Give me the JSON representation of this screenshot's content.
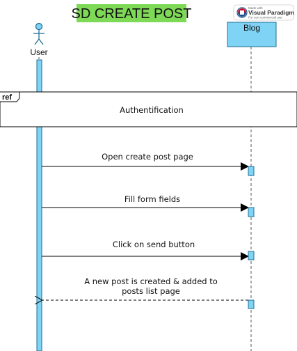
{
  "diagram": {
    "title": "SD CREATE POST",
    "colors": {
      "title_bg": "#7ed957",
      "lifeline_fill": "#7fd3f5",
      "lifeline_stroke": "#1f6f95",
      "line": "#000000"
    },
    "watermark": {
      "made_with": "Made with",
      "brand": "Visual Paradigm",
      "note": "For non-commercial use"
    },
    "actor": {
      "name": "User"
    },
    "participant": {
      "name": "Blog"
    },
    "fragment": {
      "tag": "ref",
      "label": "Authentification"
    },
    "messages": [
      {
        "label": "Open create post page",
        "type": "sync"
      },
      {
        "label": "Fill form fields",
        "type": "sync"
      },
      {
        "label": "Click on send button",
        "type": "sync"
      },
      {
        "label_line1": "A new post is created & added to",
        "label_line2": "posts list page",
        "type": "return"
      }
    ]
  }
}
